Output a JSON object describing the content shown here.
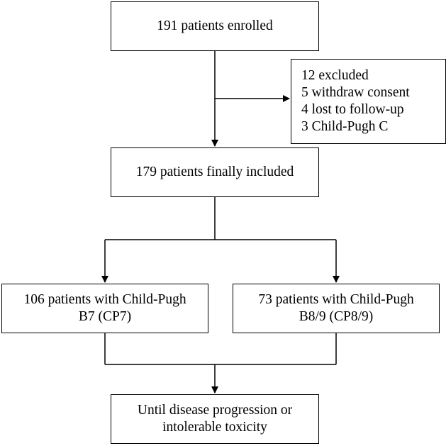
{
  "flowchart": {
    "enrolled": {
      "text": "191 patients enrolled"
    },
    "excluded": {
      "lines": [
        "12 excluded",
        "5 withdraw consent",
        "4 lost to follow-up",
        "3 Child-Pugh C"
      ]
    },
    "included": {
      "text": "179 patients finally included"
    },
    "cp7": {
      "lines": [
        "106 patients with Child-Pugh",
        "B7 (CP7)"
      ]
    },
    "cp89": {
      "lines": [
        "73 patients with Child-Pugh",
        "B8/9 (CP8/9)"
      ]
    },
    "outcome": {
      "lines": [
        "Until disease progression or",
        "intolerable toxicity"
      ]
    }
  }
}
